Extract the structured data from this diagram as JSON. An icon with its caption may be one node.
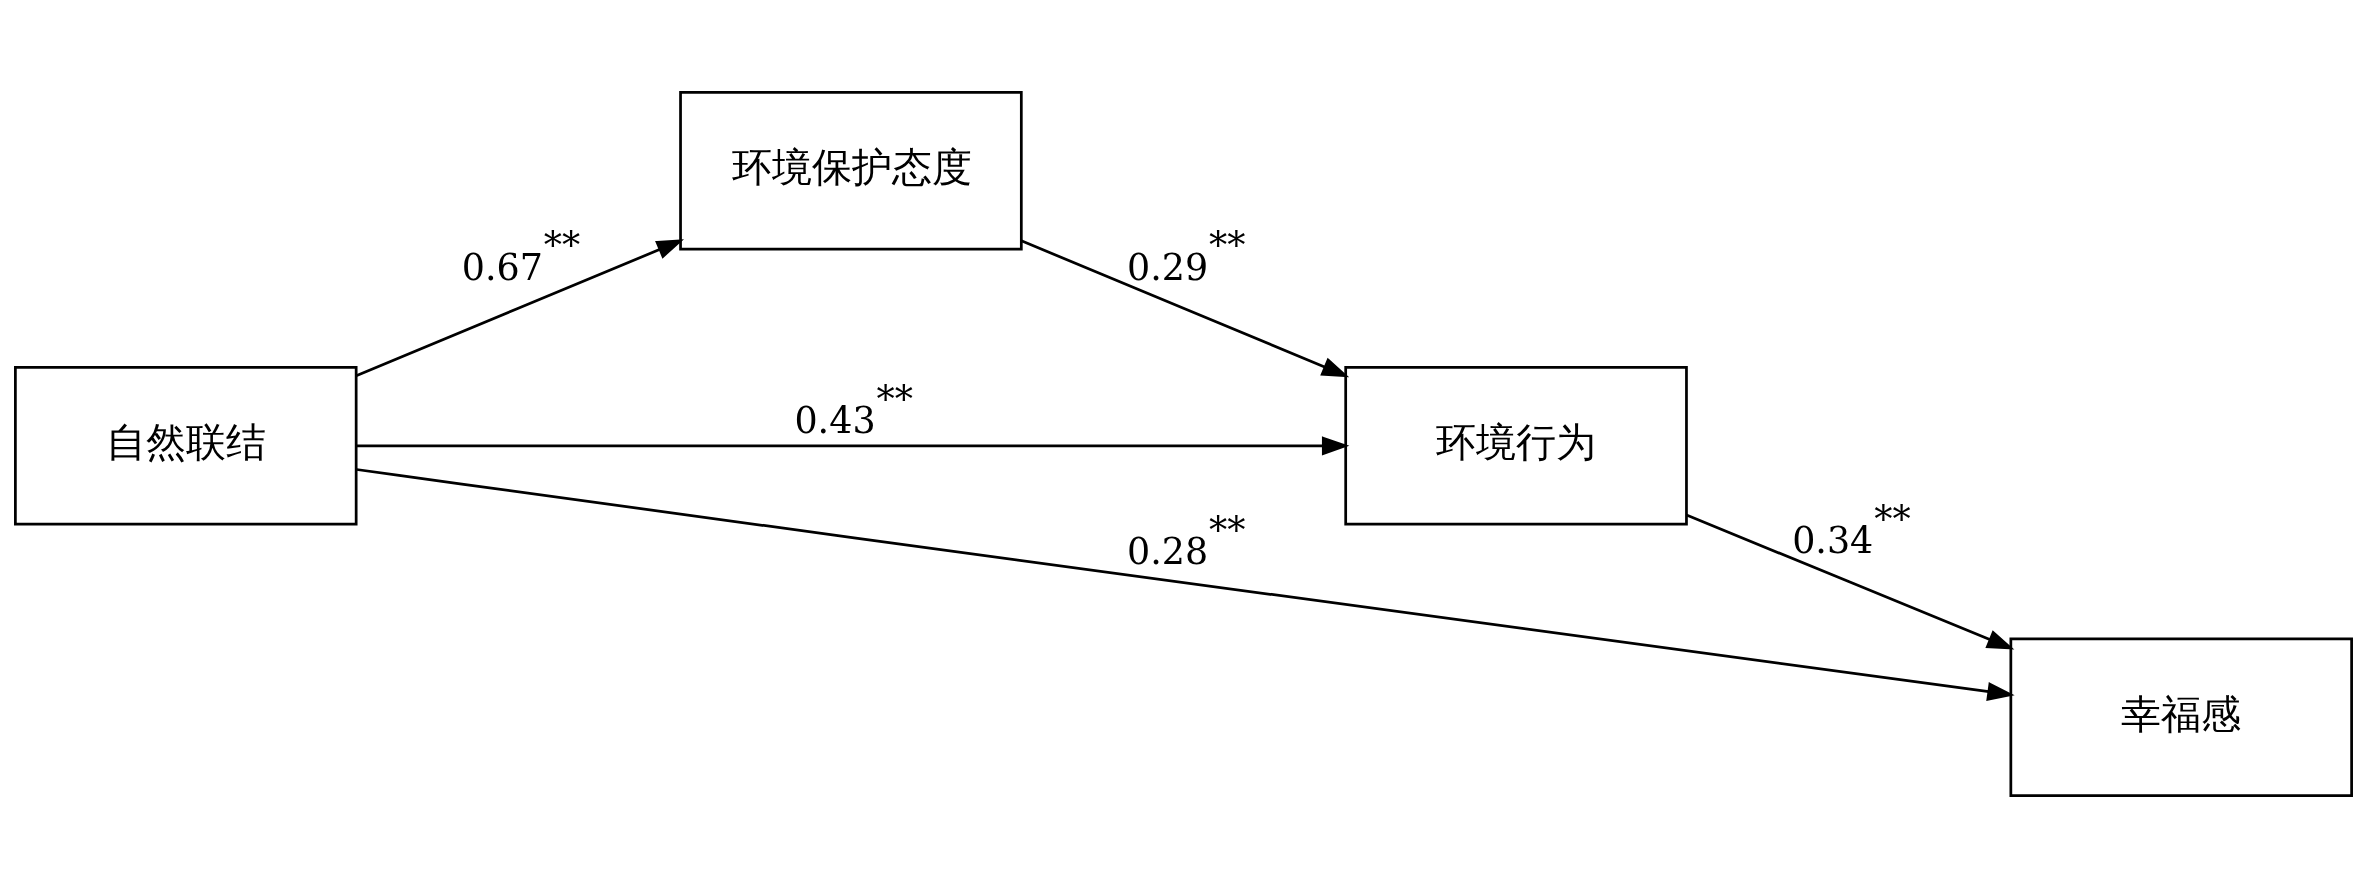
{
  "diagram": {
    "nodes": [
      {
        "text": [
          "自然联结"
        ]
      },
      {
        "text": [
          "环境保护态度"
        ]
      },
      {
        "text": [
          "环境行为"
        ]
      },
      {
        "text": [
          "幸福感"
        ]
      }
    ],
    "edges": [
      {
        "from": 0,
        "to": 1,
        "arrow": "to",
        "label": "0.67$^{**}$"
      },
      {
        "from": 1,
        "to": 2,
        "arrow": "to",
        "label": "0.29$^{**}$"
      },
      {
        "from": 0,
        "to": 2,
        "arrow": "to",
        "label": "0.43$^{**}$"
      },
      {
        "from": 2,
        "to": 3,
        "arrow": "to",
        "label": "0.34$^{**}$"
      },
      {
        "from": 0,
        "to": 3,
        "arrow": "to",
        "label": "0.28$^{**}$"
      }
    ]
  }
}
